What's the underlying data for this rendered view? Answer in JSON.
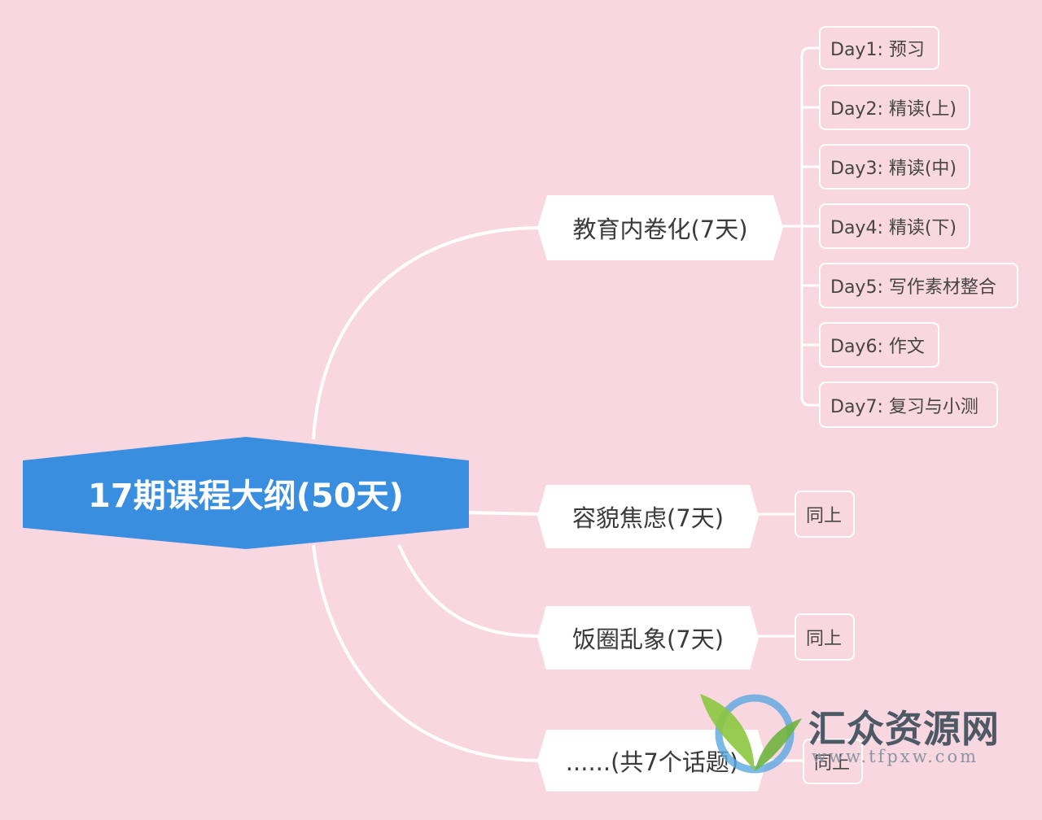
{
  "root": {
    "label": "17期课程大纲(50天)",
    "color": "#3a8ee0"
  },
  "topics": [
    {
      "label": "教育内卷化(7天)",
      "children": [
        "Day1: 预习",
        "Day2: 精读(上)",
        "Day3: 精读(中)",
        "Day4: 精读(下)",
        "Day5: 写作素材整合",
        "Day6: 作文",
        "Day7: 复习与小测"
      ]
    },
    {
      "label": "容貌焦虑(7天)",
      "children": [
        "同上"
      ]
    },
    {
      "label": "饭圈乱象(7天)",
      "children": [
        "同上"
      ]
    },
    {
      "label": "......(共7个话题)",
      "children": [
        "同上"
      ]
    }
  ],
  "watermark": {
    "title": "汇众资源网",
    "url": "www.tfpxw.com"
  },
  "colors": {
    "background": "#f8d7e0",
    "connector": "#ffffff",
    "text": "#3a3a3a"
  }
}
